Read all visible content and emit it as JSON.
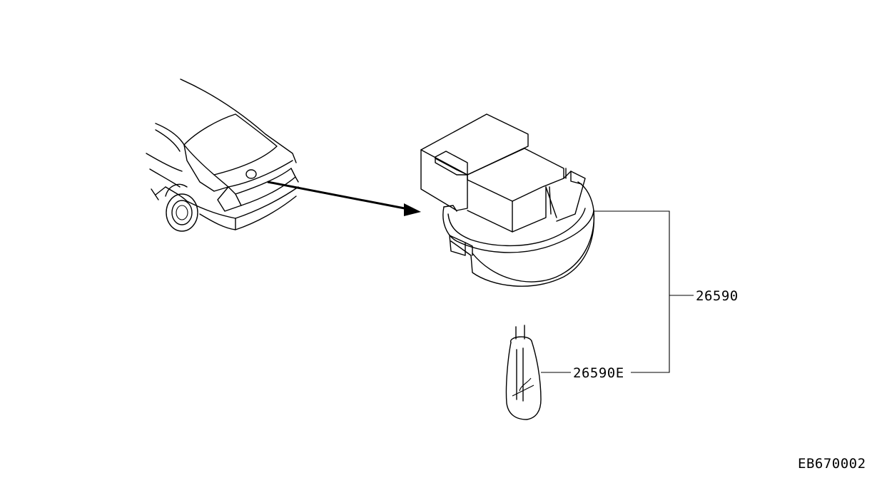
{
  "labels": {
    "lamp_assembly": "26590",
    "bulb": "26590E",
    "diagram_code": "EB670002"
  },
  "colors": {
    "line": "#000000",
    "background": "#ffffff"
  }
}
